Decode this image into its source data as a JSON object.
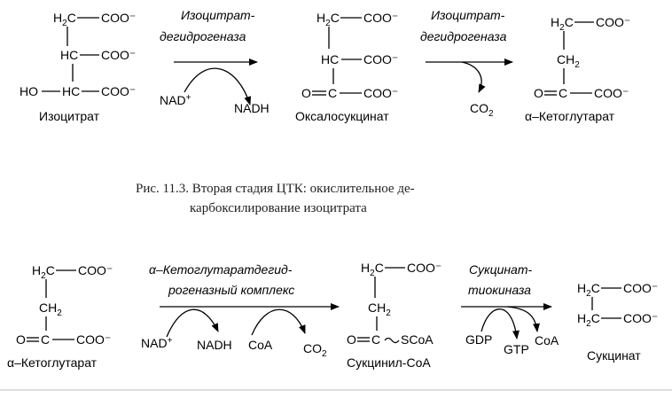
{
  "top": {
    "isocitrate": {
      "ch2": "H2C",
      "coo1": "COO⁻",
      "ch": "HC",
      "coo2": "COO⁻",
      "ho": "HO",
      "hc": "HC",
      "coo3": "COO⁻",
      "name": "Изоцитрат"
    },
    "enzyme1_line1": "Изоцитрат-",
    "enzyme1_line2": "дегидрогеназа",
    "nad": "NAD+",
    "nadh": "NADH",
    "oxalosuccinate": {
      "ch2": "H2C",
      "coo1": "COO⁻",
      "hc": "HC",
      "coo2": "COO⁻",
      "o": "O",
      "c": "C",
      "coo3": "COO⁻",
      "name": "Оксалосукцинат"
    },
    "enzyme2_line1": "Изоцитрат-",
    "enzyme2_line2": "дегидрогеназа",
    "co2": "CO2",
    "ketoglutarate": {
      "h2c": "H2C",
      "coo1": "COO⁻",
      "ch2": "CH2",
      "o": "O",
      "c": "C",
      "coo2": "COO⁻",
      "name": "α–Кетоглутарат"
    }
  },
  "caption": {
    "line1": "Рис. 11.3. Вторая стадия ЦТК: окислительное де-",
    "line2": "карбоксилирование изоцитрата"
  },
  "bottom": {
    "ketoglutarate": {
      "h2c": "H2C",
      "coo1": "COO⁻",
      "ch2": "CH2",
      "o": "O",
      "c": "C",
      "coo2": "COO⁻",
      "name": "α–Кетоглутарат"
    },
    "enzyme1_line1": "α–Кетоглутаратдегид-",
    "enzyme1_line2": "рогеназный комплекс",
    "nad": "NAD+",
    "nadh": "NADH",
    "coa": "CoA",
    "co2": "CO2",
    "succinylcoa": {
      "h2c": "H2C",
      "coo1": "COO⁻",
      "ch2": "CH2",
      "o": "O",
      "c": "C",
      "scoa": "SCoA",
      "name": "Сукцинил-CoA"
    },
    "enzyme2_line1": "Сукцинат-",
    "enzyme2_line2": "тиокиназа",
    "gdp": "GDP",
    "gtp": "GTP",
    "coa2": "CoA",
    "succinate": {
      "h2c1": "H2C",
      "coo1": "COO⁻",
      "h2c2": "H2C",
      "coo2": "COO⁻",
      "name": "Сукцинат"
    }
  }
}
